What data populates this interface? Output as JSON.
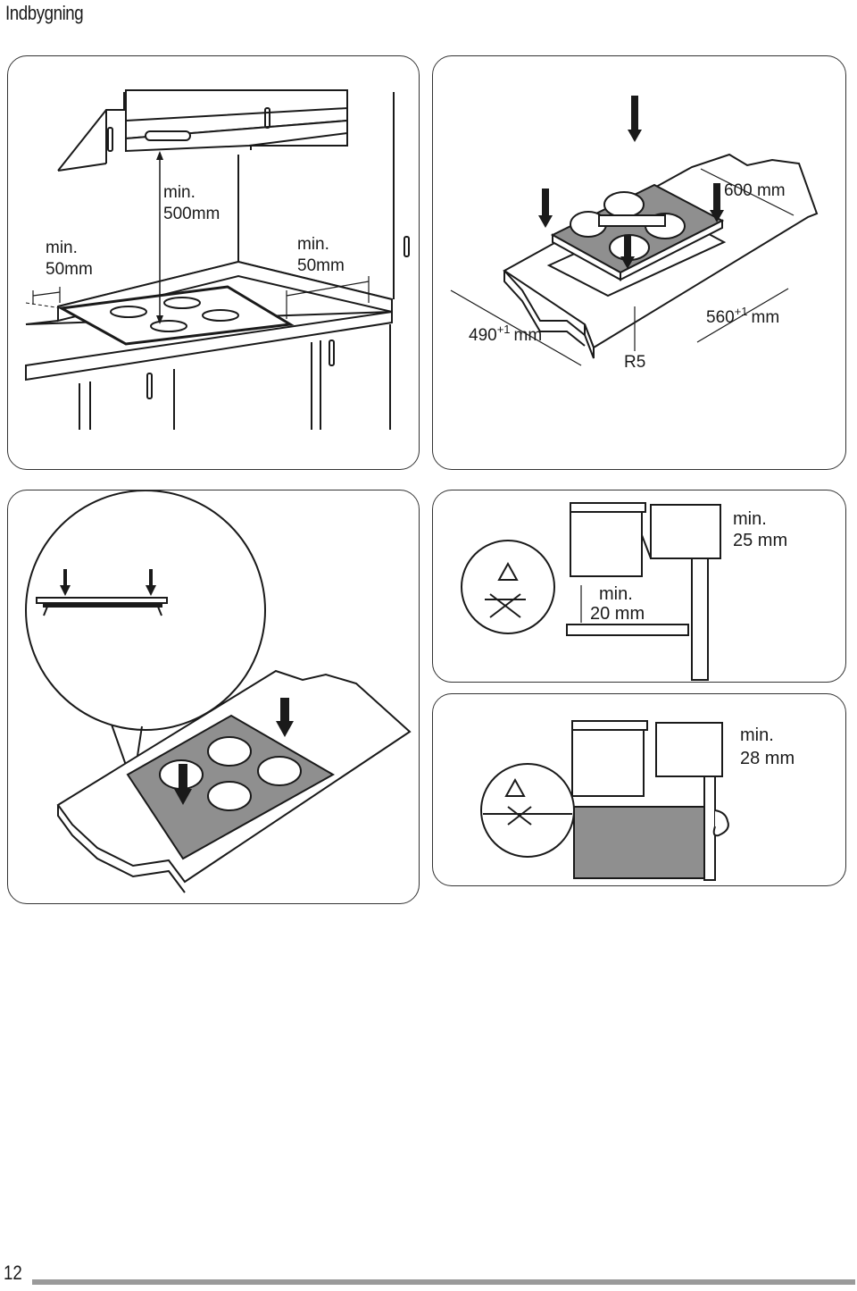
{
  "header": {
    "title": "Indbygning"
  },
  "panel_clearances": {
    "label_left": [
      "min.",
      "50mm"
    ],
    "label_hood": [
      "min.",
      "500mm"
    ],
    "label_right": [
      "min.",
      "50mm"
    ]
  },
  "panel_cutout": {
    "label_depth": "490",
    "label_depth_tol": "+1",
    "label_depth_unit": "mm",
    "label_width": "560",
    "label_width_tol": "+1",
    "label_width_unit": "mm",
    "label_total": "600 mm",
    "label_radius": "R5"
  },
  "panel_inspect": {},
  "panel_drawer": {
    "label_gap": [
      "min.",
      "20 mm"
    ],
    "label_board": [
      "min.",
      "25 mm"
    ]
  },
  "panel_oven": {
    "label_board": [
      "min.",
      "28 mm"
    ]
  },
  "footer": {
    "page_number": "12"
  }
}
